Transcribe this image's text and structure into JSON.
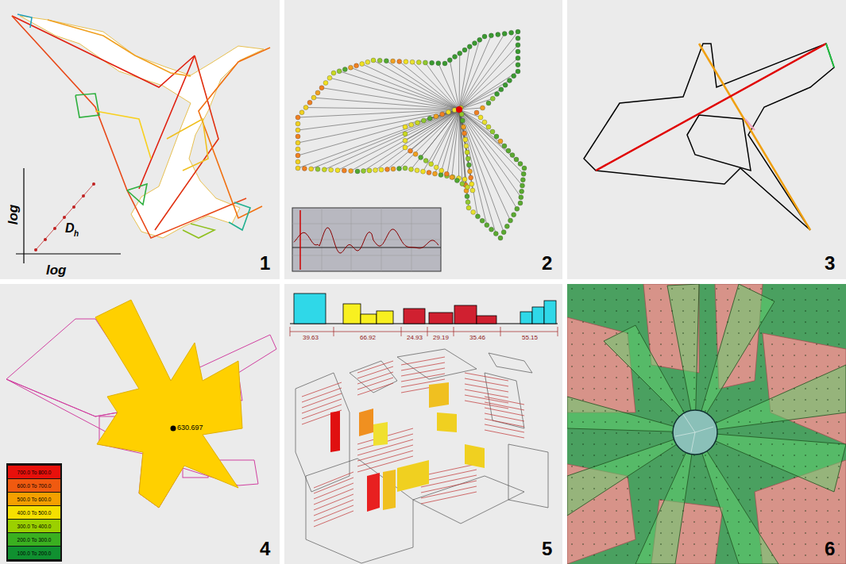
{
  "diagram": {
    "labels": [
      "log",
      "log",
      "D",
      "h",
      "1",
      "2",
      "3",
      "630.697",
      "4",
      "39.63",
      "66.92",
      "24.93",
      "29.19",
      "35.46",
      "55.15",
      "5",
      "6"
    ],
    "legend": [
      {
        "text": "700.0 To 800.0",
        "color": "#e8100b"
      },
      {
        "text": "600.0 To 700.0",
        "color": "#f05a10"
      },
      {
        "text": "500.0 To 600.0",
        "color": "#f5a000"
      },
      {
        "text": "400.0 To 500.0",
        "color": "#f5e000"
      },
      {
        "text": "300.0 To 400.0",
        "color": "#9bd000"
      },
      {
        "text": "200.0 To 300.0",
        "color": "#3ab020"
      },
      {
        "text": "100.0 To 200.0",
        "color": "#109030"
      }
    ]
  }
}
